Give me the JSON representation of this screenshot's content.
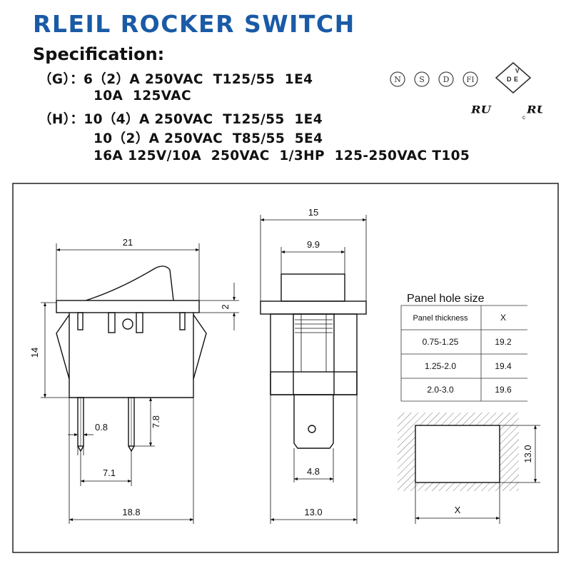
{
  "title": "RLEIL ROCKER SWITCH",
  "accent_color": "#1a5aa6",
  "spec_heading": "Specification:",
  "spec_lines": [
    "（G）：6（2）A 250VAC  T125/55  1E4",
    "10A  125VAC",
    "（H）：10（4）A 250VAC  T125/55  1E4",
    "10（2）A 250VAC  T85/55  5E4",
    "16A 125V/10A  250VAC  1/3HP  125-250VAC T105"
  ],
  "certifications": {
    "circle_marks": [
      "N",
      "S",
      "D",
      "FI"
    ],
    "vde_letters": [
      "V",
      "D",
      "E"
    ],
    "ul_mark": "ᴿᵁ",
    "cul_prefix": "c",
    "icons": [
      "nemko-n-icon",
      "semko-s-icon",
      "demko-d-icon",
      "fimko-fi-icon",
      "vde-icon",
      "ul-icon",
      "cul-icon"
    ]
  },
  "dimensions": {
    "front": {
      "width": "21",
      "height": "14",
      "thickness": "2",
      "pin_width": "0.8",
      "pin_length": "7.8",
      "pin_spacing": "7.1",
      "bottom_width": "18.8"
    },
    "side": {
      "width": "15",
      "actuator_width": "9.9",
      "terminal_width": "4.8",
      "bottom_width": "13.0"
    },
    "cutout": {
      "height": "13.0",
      "width_label": "X"
    }
  },
  "panel_table": {
    "title": "Panel hole size",
    "headers": [
      "Panel thickness",
      "X"
    ],
    "rows": [
      [
        "0.75-1.25",
        "19.2"
      ],
      [
        "1.25-2.0",
        "19.4"
      ],
      [
        "2.0-3.0",
        "19.6"
      ]
    ]
  }
}
